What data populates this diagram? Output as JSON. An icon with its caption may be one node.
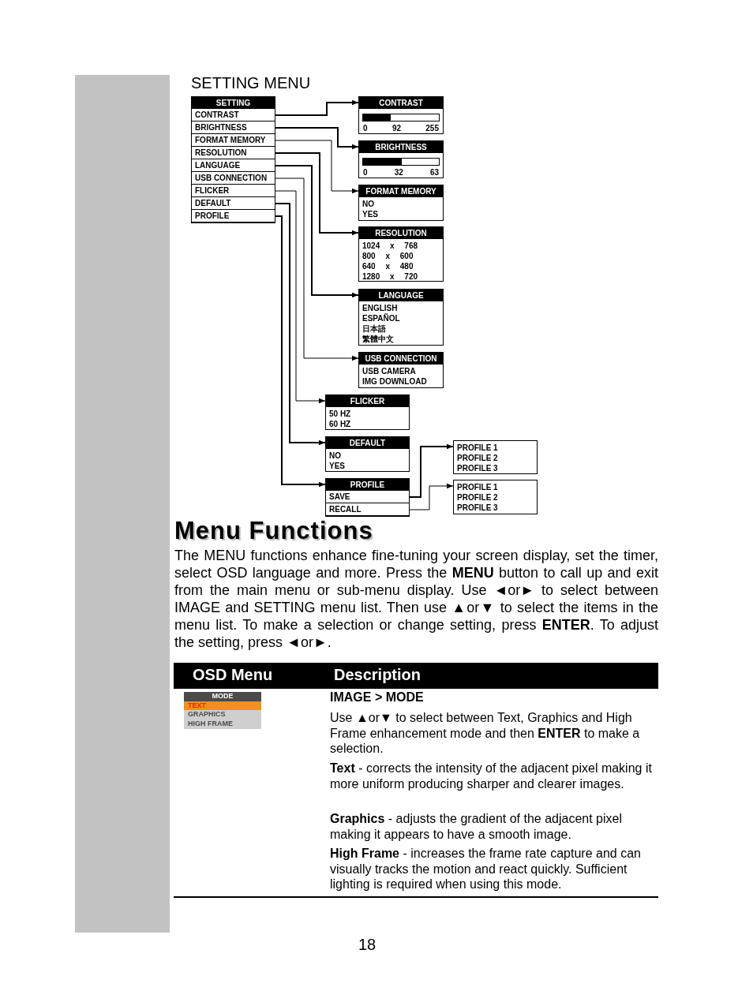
{
  "diagram": {
    "nodes": [
      {
        "text": [
          "SETTING"
        ]
      },
      {
        "text": [
          "CONTRAST"
        ],
        "in": 0
      },
      {
        "text": [
          "BRIGHTNESS"
        ],
        "in": 0
      },
      {
        "text": [
          "FORMAT MEMORY"
        ],
        "in": 0
      },
      {
        "text": [
          "RESOLUTION"
        ],
        "in": 0
      },
      {
        "text": [
          "LANGUAGE"
        ],
        "in": 0
      },
      {
        "text": [
          "USB CONNECTION"
        ],
        "in": 0
      },
      {
        "text": [
          "FLICKER"
        ],
        "in": 0
      },
      {
        "text": [
          "DEFAULT"
        ],
        "in": 0
      },
      {
        "text": [
          "PROFILE"
        ],
        "in": 0
      },
      {
        "text": [
          "CONTRAST",
          "0",
          "92",
          "255"
        ]
      },
      {
        "text": [
          "BRIGHTNESS",
          "0",
          "32",
          "63"
        ]
      },
      {
        "text": [
          "FORMAT MEMORY",
          "NO",
          "YES"
        ]
      },
      {
        "text": [
          "RESOLUTION",
          "1024 x 768",
          "800 x 600",
          "640 x 480",
          "1280 x 720"
        ]
      },
      {
        "text": [
          "LANGUAGE",
          "ENGLISH",
          "ESPAÑOL",
          "日本語",
          "繁體中文"
        ]
      },
      {
        "text": [
          "USB CONNECTION",
          "USB CAMERA",
          "IMG DOWNLOAD"
        ]
      },
      {
        "text": [
          "FLICKER",
          "50 HZ",
          "60 HZ"
        ]
      },
      {
        "text": [
          "DEFAULT",
          "NO",
          "YES"
        ]
      },
      {
        "text": [
          "PROFILE"
        ]
      },
      {
        "text": [
          "SAVE"
        ],
        "in": 18
      },
      {
        "text": [
          "RECALL"
        ],
        "in": 18
      },
      {
        "text": [
          "PROFILE 1",
          "PROFILE 2",
          "PROFILE 3"
        ]
      },
      {
        "text": [
          "PROFILE 1",
          "PROFILE 2",
          "PROFILE 3"
        ]
      },
      {
        "text": [
          "MODE",
          "TEXT",
          "GRAPHICS",
          "HIGH FRAME"
        ]
      },
      {
        "text": [],
        "shape": "bar"
      }
    ],
    "edges": [
      {
        "from": 1,
        "to": 10,
        "arrow": "to"
      },
      {
        "from": 2,
        "to": 11,
        "arrow": "to"
      },
      {
        "from": 3,
        "to": 12,
        "arrow": "to"
      },
      {
        "from": 4,
        "to": 13,
        "arrow": "to"
      },
      {
        "from": 5,
        "to": 14,
        "arrow": "to"
      },
      {
        "from": 6,
        "to": 15,
        "arrow": "to"
      },
      {
        "from": 7,
        "to": 16,
        "arrow": "to"
      },
      {
        "from": 8,
        "to": 17,
        "arrow": "to"
      },
      {
        "from": 9,
        "to": 18,
        "arrow": "to"
      },
      {
        "from": 19,
        "to": 21,
        "arrow": "to"
      },
      {
        "from": 20,
        "to": 22,
        "arrow": "to"
      }
    ],
    "labels": [
      "SETTING MENU",
      "Menu Functions",
      "The MENU functions enhance fine-tuning your screen display, set the timer, select OSD language and more. Press the **MENU** button to call up and exit from the main menu or sub-menu display. Use ◄or► to select between IMAGE and SETTING menu list. Then use ▲or▼ to select the items in the menu list. To make a selection or change setting, press **ENTER**. To adjust the setting, press ◄or►.",
      "OSD Menu",
      "Description",
      "IMAGE > MODE",
      "Use ▲or▼ to select between Text, Graphics and High Frame enhancement mode and then **ENTER** to make a selection.",
      "**Text** - corrects the intensity of the adjacent pixel making it more uniform producing sharper and clearer images.",
      "**Graphics** - adjusts the gradient of the adjacent pixel making it appears to have a smooth image.",
      "**High Frame** - increases the frame rate capture and can visually tracks the motion and react quickly. Sufficient lighting is required when using this mode.",
      "18"
    ]
  }
}
